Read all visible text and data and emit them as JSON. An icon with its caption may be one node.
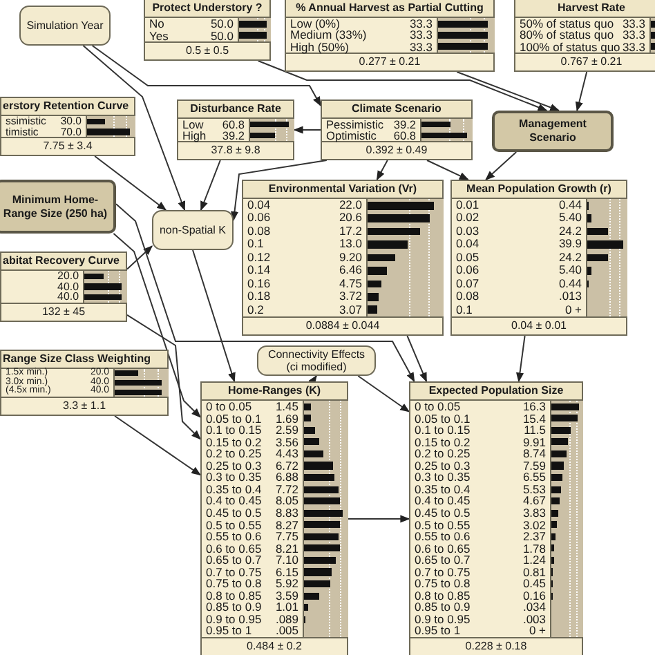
{
  "diagram": {
    "nodes": [
      {
        "text": [
          "Simulation Year"
        ]
      },
      {
        "text": [
          "Protect Understory ?",
          "No",
          "Yes",
          "50.0",
          "50.0",
          "0.5 ± 0.5"
        ]
      },
      {
        "text": [
          "% Annual Harvest as Partial Cutting",
          "Low (0%)",
          "Medium (33%)",
          "High (50%)",
          "33.3",
          "33.3",
          "33.3",
          "0.277 ± 0.21"
        ]
      },
      {
        "text": [
          "Harvest Rate",
          "50% of status quo",
          "80% of status quo",
          "100% of status quo",
          "33.3",
          "33.3",
          "33.3",
          "0.767 ± 0.21"
        ]
      },
      {
        "text": [
          "erstory Retention Curve",
          "ssimistic",
          "timistic",
          "30.0",
          "70.0",
          "7.75 ± 3.4"
        ]
      },
      {
        "text": [
          "Disturbance Rate",
          "Low",
          "High",
          "60.8",
          "39.2",
          "37.8 ± 9.8"
        ]
      },
      {
        "text": [
          "Climate Scenario",
          "Pessimistic",
          "Optimistic",
          "39.2",
          "60.8",
          "0.392 ± 0.49"
        ]
      },
      {
        "text": [
          "Management Scenario"
        ]
      },
      {
        "text": [
          "Minimum Home-Range Size (250 ha)"
        ]
      },
      {
        "text": [
          "non-Spatial K"
        ]
      },
      {
        "text": [
          "abitat Recovery Curve",
          "20.0",
          "40.0",
          "40.0",
          "132 ± 45"
        ]
      },
      {
        "text": [
          "Environmental Variation (Vr)",
          "0.04",
          "0.06",
          "0.08",
          "0.1",
          "0.12",
          "0.14",
          "0.16",
          "0.18",
          "0.2",
          "22.0",
          "20.6",
          "17.2",
          "13.0",
          "9.20",
          "6.46",
          "4.75",
          "3.72",
          "3.07",
          "0.0884 ± 0.044"
        ]
      },
      {
        "text": [
          "Mean Population Growth (r)",
          "0.01",
          "0.02",
          "0.03",
          "0.04",
          "0.05",
          "0.06",
          "0.07",
          "0.08",
          "0.1",
          "0.44",
          "5.40",
          "24.2",
          "39.9",
          "24.2",
          "5.40",
          "0.44",
          ".013",
          "0 +",
          "0.04 ± 0.01"
        ]
      },
      {
        "text": [
          "Range Size Class Weighting",
          "1.5x min.)",
          "3.0x min.)",
          "(4.5x min.)",
          "20.0",
          "40.0",
          "40.0",
          "3.3 ± 1.1"
        ]
      },
      {
        "text": [
          "Connectivity Effects (ci modified)"
        ]
      },
      {
        "text": [
          "Home-Ranges (K)",
          "0 to 0.05",
          "0.05 to 0.1",
          "0.1 to 0.15",
          "0.15 to 0.2",
          "0.2 to 0.25",
          "0.25 to 0.3",
          "0.3 to 0.35",
          "0.35 to 0.4",
          "0.4 to 0.45",
          "0.45 to 0.5",
          "0.5 to 0.55",
          "0.55 to 0.6",
          "0.6 to 0.65",
          "0.65 to 0.7",
          "0.7 to 0.75",
          "0.75 to 0.8",
          "0.8 to 0.85",
          "0.85 to 0.9",
          "0.9 to 0.95",
          "0.95 to 1",
          "1.45",
          "1.69",
          "2.59",
          "3.56",
          "4.43",
          "6.72",
          "6.88",
          "7.72",
          "8.05",
          "8.83",
          "8.27",
          "7.75",
          "8.21",
          "7.10",
          "6.15",
          "5.92",
          "3.59",
          "1.01",
          ".089",
          ".005",
          "0.484 ± 0.2"
        ]
      },
      {
        "text": [
          "Expected Population Size",
          "0 to 0.05",
          "0.05 to 0.1",
          "0.1 to 0.15",
          "0.15 to 0.2",
          "0.2 to 0.25",
          "0.25 to 0.3",
          "0.3 to 0.35",
          "0.35 to 0.4",
          "0.4 to 0.45",
          "0.45 to 0.5",
          "0.5 to 0.55",
          "0.55 to 0.6",
          "0.6 to 0.65",
          "0.65 to 0.7",
          "0.7 to 0.75",
          "0.75 to 0.8",
          "0.8 to 0.85",
          "0.85 to 0.9",
          "0.9 to 0.95",
          "0.95 to 1",
          "16.3",
          "15.4",
          "11.5",
          "9.91",
          "8.74",
          "7.59",
          "6.55",
          "5.53",
          "4.67",
          "3.83",
          "3.02",
          "2.37",
          "1.78",
          "1.24",
          "0.81",
          "0.45",
          "0.16",
          ".034",
          ".003",
          "0 +",
          "0.228 ± 0.18"
        ]
      }
    ],
    "edges": [
      {
        "from": 0,
        "to": 6,
        "arrow": "to"
      },
      {
        "from": 1,
        "to": 7,
        "arrow": "to"
      },
      {
        "from": 2,
        "to": 7,
        "arrow": "to"
      },
      {
        "from": 3,
        "to": 7,
        "arrow": "to"
      },
      {
        "from": 6,
        "to": 5,
        "arrow": "to"
      },
      {
        "from": 6,
        "to": 11,
        "arrow": "to"
      },
      {
        "from": 6,
        "to": 12,
        "arrow": "to"
      },
      {
        "from": 7,
        "to": 12,
        "arrow": "to"
      },
      {
        "from": 0,
        "to": 9,
        "arrow": "to"
      },
      {
        "from": 4,
        "to": 9,
        "arrow": "to"
      },
      {
        "from": 5,
        "to": 9,
        "arrow": "to"
      },
      {
        "from": 6,
        "to": 9,
        "arrow": "to"
      },
      {
        "from": 10,
        "to": 9,
        "arrow": "to"
      },
      {
        "from": 8,
        "to": 16,
        "arrow": "to"
      },
      {
        "from": 8,
        "to": 15,
        "arrow": "to"
      },
      {
        "from": 10,
        "to": 15,
        "arrow": "to"
      },
      {
        "from": 13,
        "to": 15,
        "arrow": "to"
      },
      {
        "from": 9,
        "to": 15,
        "arrow": "to"
      },
      {
        "from": 15,
        "to": 14,
        "arrow": "to"
      },
      {
        "from": 14,
        "to": 16,
        "arrow": "to"
      },
      {
        "from": 11,
        "to": 16,
        "arrow": "to"
      },
      {
        "from": 12,
        "to": 16,
        "arrow": "to"
      },
      {
        "from": 15,
        "to": 16,
        "arrow": "to"
      }
    ]
  }
}
